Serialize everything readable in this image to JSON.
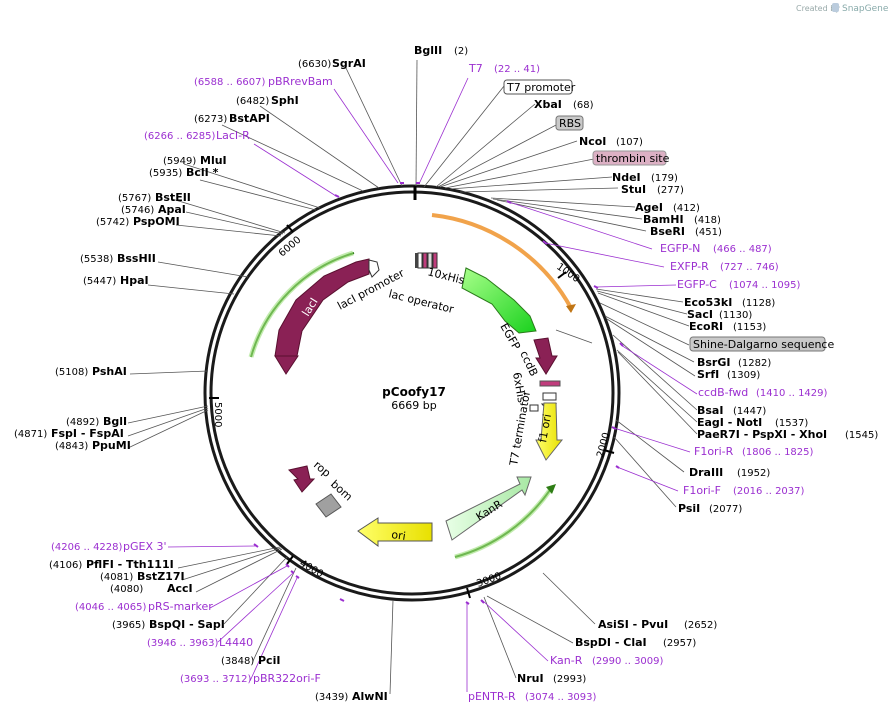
{
  "brand": {
    "created_by": "Created by",
    "name": "SnapGene"
  },
  "plasmid": {
    "name": "pCoofy17",
    "length": "6669 bp"
  },
  "ticks": [
    "1000",
    "2000",
    "3000",
    "4000",
    "5000",
    "6000"
  ],
  "sites": [
    {
      "name": "BglII",
      "pos": "(2)"
    },
    {
      "name": "SgrAI",
      "pos": "(6630)"
    },
    {
      "name": "SphI",
      "pos": "(6482)"
    },
    {
      "name": "BstAPI",
      "pos": "(6273)"
    },
    {
      "name": "MluI",
      "pos": "(5949)"
    },
    {
      "name": "BclI *",
      "pos": "(5935)"
    },
    {
      "name": "BstEII",
      "pos": "(5767)"
    },
    {
      "name": "ApaI",
      "pos": "(5746)"
    },
    {
      "name": "PspOMI",
      "pos": "(5742)"
    },
    {
      "name": "BssHII",
      "pos": "(5538)"
    },
    {
      "name": "HpaI",
      "pos": "(5447)"
    },
    {
      "name": "PshAI",
      "pos": "(5108)"
    },
    {
      "name": "BglI",
      "pos": "(4892)"
    },
    {
      "name": "FspI - FspAI",
      "pos": "(4871)"
    },
    {
      "name": "PpuMI",
      "pos": "(4843)"
    },
    {
      "name": "PflFI - Tth111I",
      "pos": "(4106)"
    },
    {
      "name": "BstZ17I",
      "pos": "(4081)"
    },
    {
      "name": "AccI",
      "pos": "(4080)"
    },
    {
      "name": "BspQI - SapI",
      "pos": "(3965)"
    },
    {
      "name": "PciI",
      "pos": "(3848)"
    },
    {
      "name": "AlwNI",
      "pos": "(3439)"
    },
    {
      "name": "XbaI",
      "pos": "(68)"
    },
    {
      "name": "NcoI",
      "pos": "(107)"
    },
    {
      "name": "NdeI",
      "pos": "(179)"
    },
    {
      "name": "StuI",
      "pos": "(277)"
    },
    {
      "name": "AgeI",
      "pos": "(412)"
    },
    {
      "name": "BamHI",
      "pos": "(418)"
    },
    {
      "name": "BseRI",
      "pos": "(451)"
    },
    {
      "name": "Eco53kI",
      "pos": "(1128)"
    },
    {
      "name": "SacI",
      "pos": "(1130)"
    },
    {
      "name": "EcoRI",
      "pos": "(1153)"
    },
    {
      "name": "BsrGI",
      "pos": "(1282)"
    },
    {
      "name": "SrfI",
      "pos": "(1309)"
    },
    {
      "name": "BsaI",
      "pos": "(1447)"
    },
    {
      "name": "EagI - NotI",
      "pos": "(1537)"
    },
    {
      "name": "PaeR7I - PspXI - XhoI",
      "pos": "(1545)"
    },
    {
      "name": "DraIII",
      "pos": "(1952)"
    },
    {
      "name": "PsiI",
      "pos": "(2077)"
    },
    {
      "name": "AsiSI - PvuI",
      "pos": "(2652)"
    },
    {
      "name": "BspDI - ClaI",
      "pos": "(2957)"
    },
    {
      "name": "NruI",
      "pos": "(2993)"
    }
  ],
  "primers": [
    {
      "name": "T7",
      "range": "(22 .. 41)"
    },
    {
      "name": "pBRrevBam",
      "range": "(6588 .. 6607)"
    },
    {
      "name": "LacI-R",
      "range": "(6266 .. 6285)"
    },
    {
      "name": "EGFP-N",
      "range": "(466 .. 487)"
    },
    {
      "name": "EXFP-R",
      "range": "(727 .. 746)"
    },
    {
      "name": "EGFP-C",
      "range": "(1074 .. 1095)"
    },
    {
      "name": "ccdB-fwd",
      "range": "(1410 .. 1429)"
    },
    {
      "name": "F1ori-R",
      "range": "(1806 .. 1825)"
    },
    {
      "name": "F1ori-F",
      "range": "(2016 .. 2037)"
    },
    {
      "name": "Kan-R",
      "range": "(2990 .. 3009)"
    },
    {
      "name": "pENTR-R",
      "range": "(3074 .. 3093)"
    },
    {
      "name": "pBR322ori-F",
      "range": "(3693 .. 3712)"
    },
    {
      "name": "L4440",
      "range": "(3946 .. 3963)"
    },
    {
      "name": "pRS-marker",
      "range": "(4046 .. 4065)"
    },
    {
      "name": "pGEX 3'",
      "range": "(4206 .. 4228)"
    }
  ],
  "boxed": [
    {
      "name": "T7 promoter"
    },
    {
      "name": "RBS"
    },
    {
      "name": "thrombin site"
    },
    {
      "name": "Shine-Dalgarno sequence"
    }
  ],
  "features": {
    "egfp": "EGFP",
    "ccdb": "ccdB",
    "his6": "6xHis",
    "his10": "10xHis",
    "f1ori": "f1 ori",
    "t7term": "T7 terminator",
    "kanr": "KanR",
    "ori": "ori",
    "bom": "bom",
    "rop": "rop",
    "laci": "lacI",
    "laci_promoter": "lacI promoter",
    "lac_operator": "lac operator"
  }
}
